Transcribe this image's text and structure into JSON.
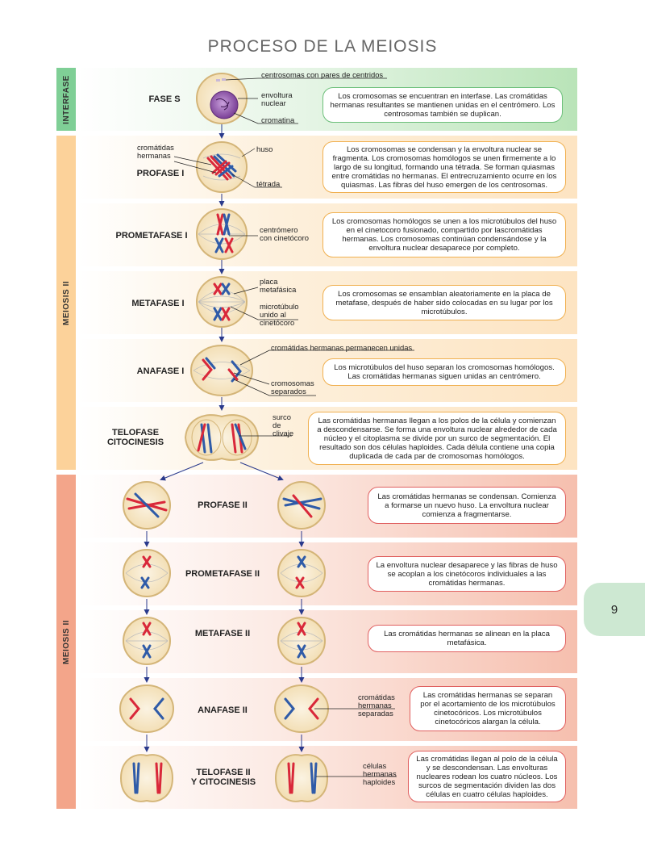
{
  "title": "PROCESO DE LA MEIOSIS",
  "page_number": "9",
  "sections": {
    "interfase": "INTERFASE",
    "meiosis_1": "MEIOSIS II",
    "meiosis_2": "MEIOSIS II"
  },
  "colors": {
    "interfase_side": "#7fcf96",
    "meiosis1_side": "#fcd29a",
    "meiosis2_side": "#f3a58a",
    "interfase_box_border": "#6cbf7a",
    "meiosis1_box_border": "#f0b050",
    "meiosis2_box_border": "#e06060",
    "arrow": "#2a3a8c",
    "chrom_red": "#d9283a",
    "chrom_blue": "#2f5ba8"
  },
  "phases": [
    {
      "name": "FASE S",
      "desc": "Los cromosomas se encuentran en interfase. Las cromátidas hermanas resultantes se mantienen unidas en el centrómero. Los centrosomas también se duplican."
    },
    {
      "name": "PROFASE I",
      "desc": "Los cromosomas se condensan y la envoltura nuclear se fragmenta. Los cromosomas homólogos se unen firmemente a lo largo de su longitud, formando una tétrada. Se forman quiasmas entre cromátidas no hermanas. El entrecruzamiento ocurre en los quiasmas. Las fibras del huso emergen de los centrosomas."
    },
    {
      "name": "PROMETAFASE I",
      "desc": "Los cromosomas homólogos se unen a los microtúbulos del huso en el cinetocoro fusionado, compartido por lascromátidas hermanas. Los cromosomas continúan condensándose y la envoltura nuclear desaparece por completo."
    },
    {
      "name": "METAFASE I",
      "desc": "Los cromosomas se ensamblan aleatoriamente en la placa de metafase, después de haber sido colocadas en su lugar por los microtúbulos."
    },
    {
      "name": "ANAFASE I",
      "desc": "Los microtúbulos del huso separan los cromosomas homólogos. Las cromátidas hermanas siguen unidas an centrómero."
    },
    {
      "name": "TELOFASE\nCITOCINESIS",
      "desc": "Las cromátidas hermanas llegan a los polos de la célula y comienzan a descondensarse. Se forma una envoltura nuclear alrededor de cada núcleo y el citoplasma se divide por un surco de segmentación. El resultado son dos células haploides. Cada délula contiene una copia duplicada de cada par de cromosomas homólogos."
    },
    {
      "name": "PROFASE II",
      "desc": "Las cromátidas hermanas se condensan. Comienza a formarse un nuevo huso. La envoltura nuclear comienza a fragmentarse."
    },
    {
      "name": "PROMETAFASE II",
      "desc": "La envoltura nuclear desaparece y las fibras de huso se acoplan a los cinetócoros individuales a las cromátidas hermanas."
    },
    {
      "name": "METAFASE II",
      "desc": "Las cromátidas hermanas se alinean en la placa metafásica."
    },
    {
      "name": "ANAFASE II",
      "desc": "Las cromátidas hermanas se separan por el acortamiento de los microtúbulos cinetocóricos. Los microtúbulos cinetocóricos alargan la célula."
    },
    {
      "name": "TELOFASE II\nY CITOCINESIS",
      "desc": "Las cromátidas llegan al polo de la célula y se descondensan. Las envolturas nucleares rodean los cuatro núcleos. Los surcos de segmentación dividen las dos células en cuatro células haploides."
    }
  ],
  "labels": {
    "centrosomas": "centrosomas con pares de centridos",
    "envoltura": "envoltura\nnuclear",
    "cromatina": "cromatina",
    "cromatidas_hermanas": "cromátidas\nhermanas",
    "huso": "huso",
    "tetrada": "tétrada",
    "centromero": "centrómero\ncon cinetócoro",
    "placa": "placa\nmetafásica",
    "microtubulo": "microtúbulo\nunido al\ncinetócoro",
    "permanecen": "cromátidas hermanas permanecen unidas",
    "separados": "cromosomas\nseparados",
    "surco": "surco\nde\nclivaje",
    "cromatidas_separadas": "cromátidas\nhermanas\nseparadas",
    "celulas_haploides": "células\nhermanas\nhaploides"
  }
}
